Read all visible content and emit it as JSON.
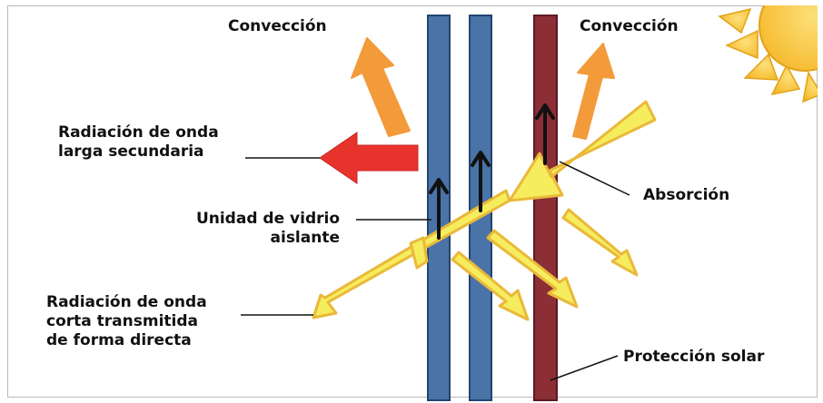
{
  "labels": {
    "conveccion_left": "Convección",
    "conveccion_right": "Convección",
    "radiacion_larga": [
      "Radiación de onda",
      "larga secundaria"
    ],
    "unidad_vidrio": [
      "Unidad de vidrio",
      "aislante"
    ],
    "radiacion_corta": [
      "Radiación de onda",
      "corta transmitida",
      "de forma directa"
    ],
    "absorcion": "Absorción",
    "proteccion_solar": "Protección solar"
  },
  "colors": {
    "glass_pane": "#4a74a8",
    "glass_pane_border": "#24446e",
    "protection_layer": "#8b2e36",
    "protection_border": "#5c1a22",
    "convection_arrow": "#f39a3a",
    "longwave_arrow": "#e8332c",
    "sunlight_arrow": "#f5ec5e",
    "sunlight_border": "#eab93a",
    "sun": "#f8c12c"
  }
}
